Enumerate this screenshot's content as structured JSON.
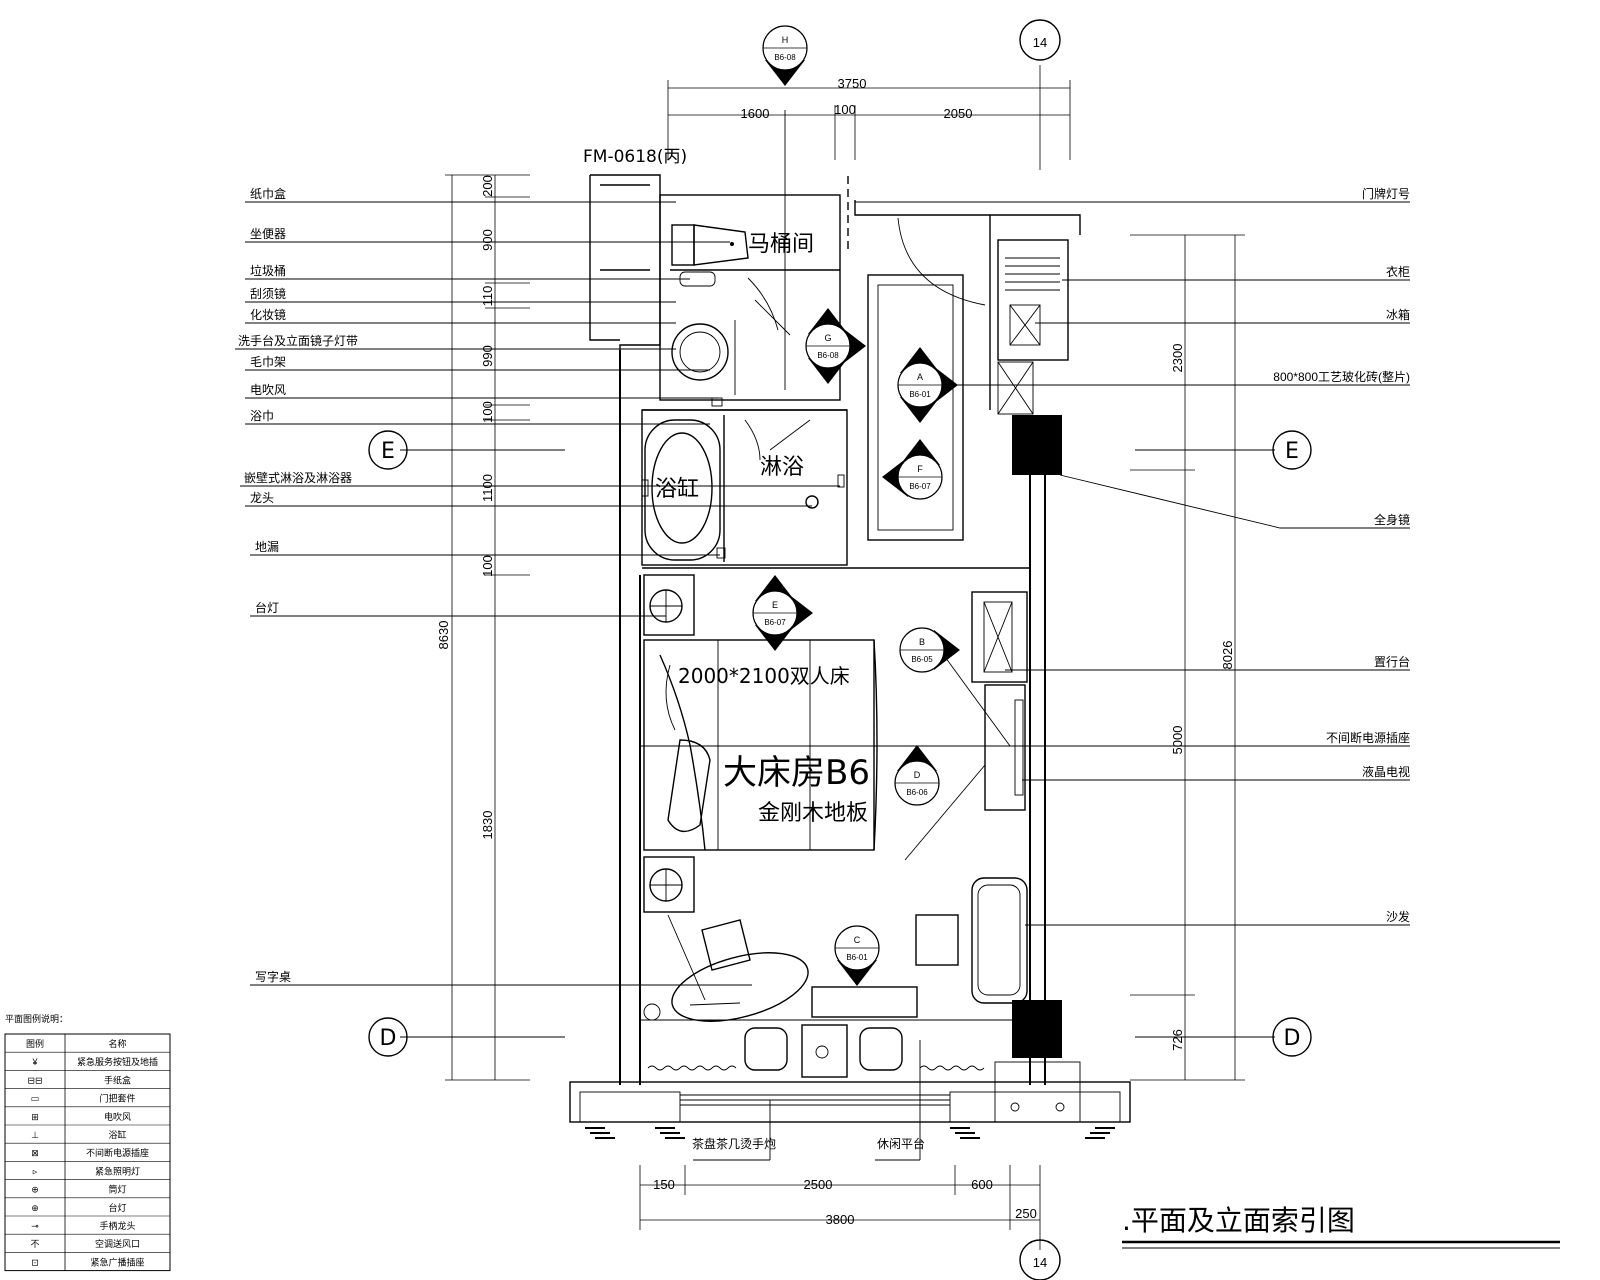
{
  "title": ".平面及立面索引图",
  "room_name": "大床房B6",
  "floor_material": "金刚木地板",
  "bed_label": "2000*2100双人床",
  "room_labels": {
    "toilet": "马桶间",
    "bath": "浴缸",
    "shower": "淋浴"
  },
  "door_label": "FM-0618(丙)",
  "axis_label": "14",
  "section_labels": {
    "E": "E",
    "D": "D"
  },
  "index_marks": [
    {
      "letter": "H",
      "sheet": "B6-08"
    },
    {
      "letter": "G",
      "sheet": "B6-08"
    },
    {
      "letter": "A",
      "sheet": "B6-01"
    },
    {
      "letter": "F",
      "sheet": "B6-07"
    },
    {
      "letter": "E",
      "sheet": "B6-07"
    },
    {
      "letter": "B",
      "sheet": "B6-05"
    },
    {
      "letter": "D",
      "sheet": "B6-06"
    },
    {
      "letter": "C",
      "sheet": "B6-01"
    }
  ],
  "dims_top": {
    "total": "3750",
    "a": "1600",
    "b": "100",
    "c": "2050"
  },
  "dims_bottom": {
    "a": "150",
    "b": "2500",
    "c": "600",
    "total": "3800",
    "d": "250"
  },
  "dims_left_outer": "8630",
  "dims_left_inner": [
    "200",
    "900",
    "110",
    "990",
    "100",
    "1100",
    "100",
    "1830"
  ],
  "dims_right_outer": "8026",
  "dims_right_inner": [
    "2300",
    "5000",
    "726"
  ],
  "left_labels": [
    "纸巾盒",
    "坐便器",
    "垃圾桶",
    "刮须镜",
    "化妆镜",
    "洗手台及立面镜子灯带",
    "毛巾架",
    "电吹风",
    "浴巾",
    "嵌壁式淋浴及淋浴器",
    "龙头",
    "地漏",
    "台灯",
    "写字桌"
  ],
  "right_labels": [
    "门牌灯号",
    "衣柜",
    "冰箱",
    "800*800工艺玻化砖(整片)",
    "全身镜",
    "置行台",
    "不间断电源插座",
    "液晶电视",
    "沙发"
  ],
  "bottom_labels": [
    "茶盘茶几烫手炮",
    "休闲平台"
  ],
  "legend": {
    "title": "平面图例说明：",
    "headers": [
      "图例",
      "名称"
    ],
    "rows": [
      {
        "sym": "¥",
        "name": "紧急服务按钮及地插"
      },
      {
        "sym": "⊟⊟",
        "name": "手纸盒"
      },
      {
        "sym": "▭",
        "name": "门把套件"
      },
      {
        "sym": "⊞",
        "name": "电吹风"
      },
      {
        "sym": "⊥",
        "name": "浴缸"
      },
      {
        "sym": "⊠",
        "name": "不间断电源插座"
      },
      {
        "sym": "▹",
        "name": "紧急照明灯"
      },
      {
        "sym": "⊕",
        "name": "筒灯"
      },
      {
        "sym": "⊕",
        "name": "台灯"
      },
      {
        "sym": "⊸",
        "name": "手柄龙头"
      },
      {
        "sym": "不",
        "name": "空调送风口"
      },
      {
        "sym": "⊡",
        "name": "紧急广播插座"
      }
    ]
  }
}
